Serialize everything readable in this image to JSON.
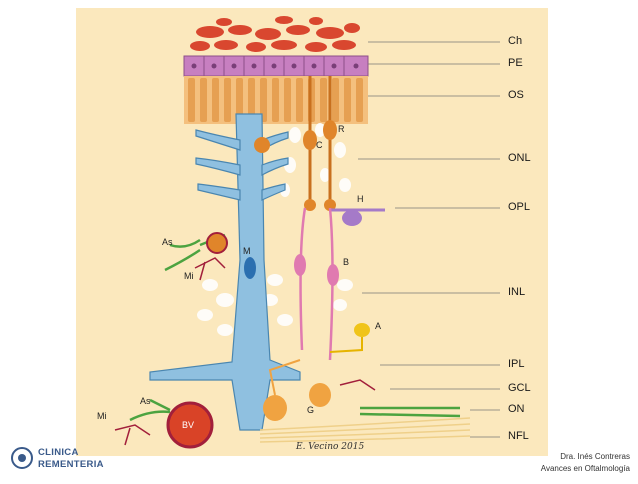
{
  "layers": [
    {
      "key": "ch",
      "label": "Ch"
    },
    {
      "key": "pe",
      "label": "PE"
    },
    {
      "key": "os",
      "label": "OS"
    },
    {
      "key": "onl",
      "label": "ONL"
    },
    {
      "key": "opl",
      "label": "OPL"
    },
    {
      "key": "inl",
      "label": "INL"
    },
    {
      "key": "ipl",
      "label": "IPL"
    },
    {
      "key": "gcl",
      "label": "GCL"
    },
    {
      "key": "on",
      "label": "ON"
    },
    {
      "key": "nfl",
      "label": "NFL"
    }
  ],
  "cells": {
    "rod": "R",
    "cone": "C",
    "horizontal": "H",
    "bipolar": "B",
    "amacrine": "A",
    "muller": "M",
    "astrocyte_upper": "As",
    "microglia_upper": "Mi",
    "astrocyte_lower": "As",
    "microglia_lower": "Mi",
    "ganglion": "G",
    "blood_vessel": "BV"
  },
  "signature": "E. Vecino 2015",
  "logo": {
    "line1": "CLINICA",
    "line2": "REMENTERIA"
  },
  "credit": {
    "line1": "Dra. Inés Contreras",
    "line2": "Avances en Oftalmología"
  },
  "colors": {
    "background": "#fbe8bd",
    "choroid": "#d9472f",
    "epithelium": "#c77fc0",
    "outer_segments": "#e6a052",
    "muller": "#8fc0e0",
    "photoreceptor": "#e0852a",
    "bipolar": "#e07ab0",
    "horizontal": "#a57ac8",
    "amacrine": "#f0c419",
    "astrocyte": "#4ca340",
    "microglia": "#a21f3b",
    "ganglion": "#f0a341",
    "vessel": "#d94327"
  }
}
